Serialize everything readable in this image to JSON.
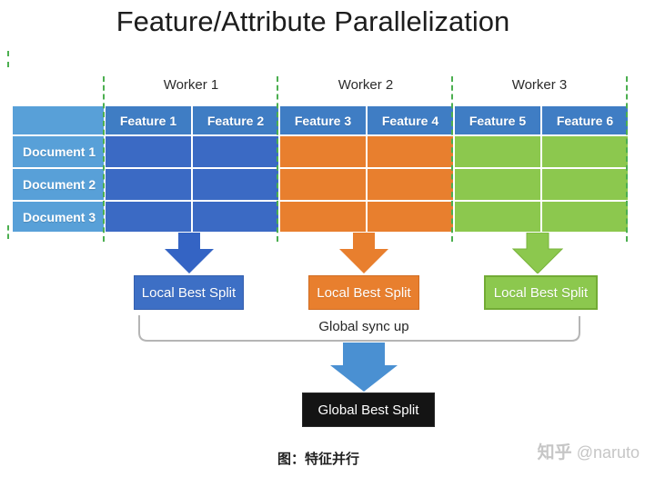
{
  "title": "Feature/Attribute Parallelization",
  "workers": [
    {
      "label": "Worker 1",
      "color": "#3b6ac4"
    },
    {
      "label": "Worker 2",
      "color": "#e87f2e"
    },
    {
      "label": "Worker 3",
      "color": "#8cc84e"
    }
  ],
  "table": {
    "feature_headers": [
      "Feature 1",
      "Feature 2",
      "Feature 3",
      "Feature 4",
      "Feature 5",
      "Feature 6"
    ],
    "document_rows": [
      "Document 1",
      "Document 2",
      "Document 3"
    ],
    "header_color": "#3f7dc4",
    "row_label_color": "#58a0d8"
  },
  "local_splits": [
    {
      "label": "Local Best Split",
      "color": "#3d6fc5"
    },
    {
      "label": "Local Best Split",
      "color": "#e87f2e"
    },
    {
      "label": "Local Best Split",
      "color": "#8cc84e"
    }
  ],
  "global_sync_label": "Global sync up",
  "global_best_label": "Global Best Split",
  "caption": "图：特征并行",
  "watermark": {
    "brand": "知乎",
    "handle": "@naruto"
  },
  "colors": {
    "divider_dashed_green": "#4caf50",
    "global_arrow_blue": "#4a90d2",
    "global_box_black": "#141414",
    "bracket_gray": "#b5b5b5"
  }
}
